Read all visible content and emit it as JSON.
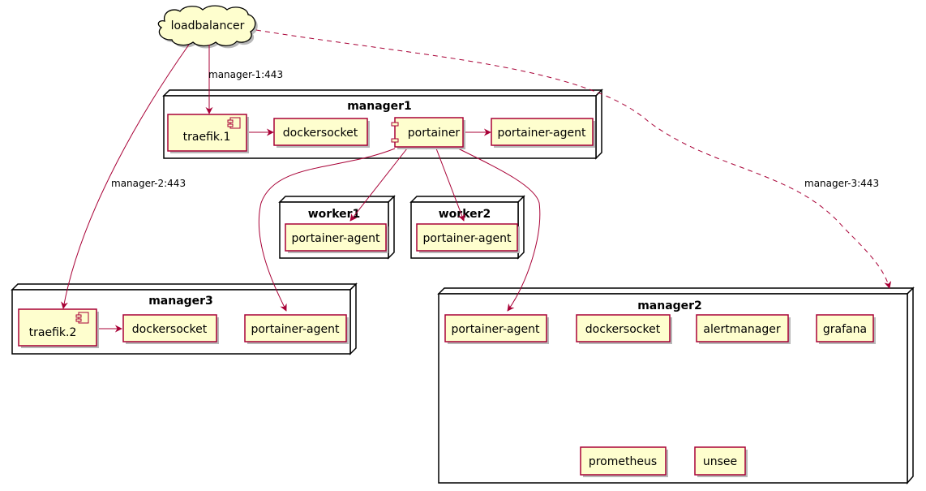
{
  "diagram": {
    "colors": {
      "component_fill": "#FEFECE",
      "component_border": "#A80036",
      "edge": "#A80036",
      "node_border": "#000000",
      "node_fill": "#FFFFFF",
      "shadow": "#B8B8B8"
    },
    "cloud": {
      "label": "loadbalancer"
    },
    "nodes": {
      "manager1": "manager1",
      "worker1": "worker1",
      "worker2": "worker2",
      "manager3": "manager3",
      "manager2": "manager2"
    },
    "components": {
      "m1_traefik": "traefik.1",
      "m1_dockersocket": "dockersocket",
      "m1_portainer": "portainer",
      "m1_agent": "portainer-agent",
      "w1_agent": "portainer-agent",
      "w2_agent": "portainer-agent",
      "m3_traefik": "traefik.2",
      "m3_dockersocket": "dockersocket",
      "m3_agent": "portainer-agent",
      "m2_agent": "portainer-agent",
      "m2_dockersocket": "dockersocket",
      "m2_alertmanager": "alertmanager",
      "m2_grafana": "grafana",
      "m2_prometheus": "prometheus",
      "m2_unsee": "unsee"
    },
    "edge_labels": {
      "lb_to_traefik1": "manager-1:443",
      "lb_to_traefik2": "manager-2:443",
      "lb_to_manager2": "manager-3:443"
    }
  }
}
